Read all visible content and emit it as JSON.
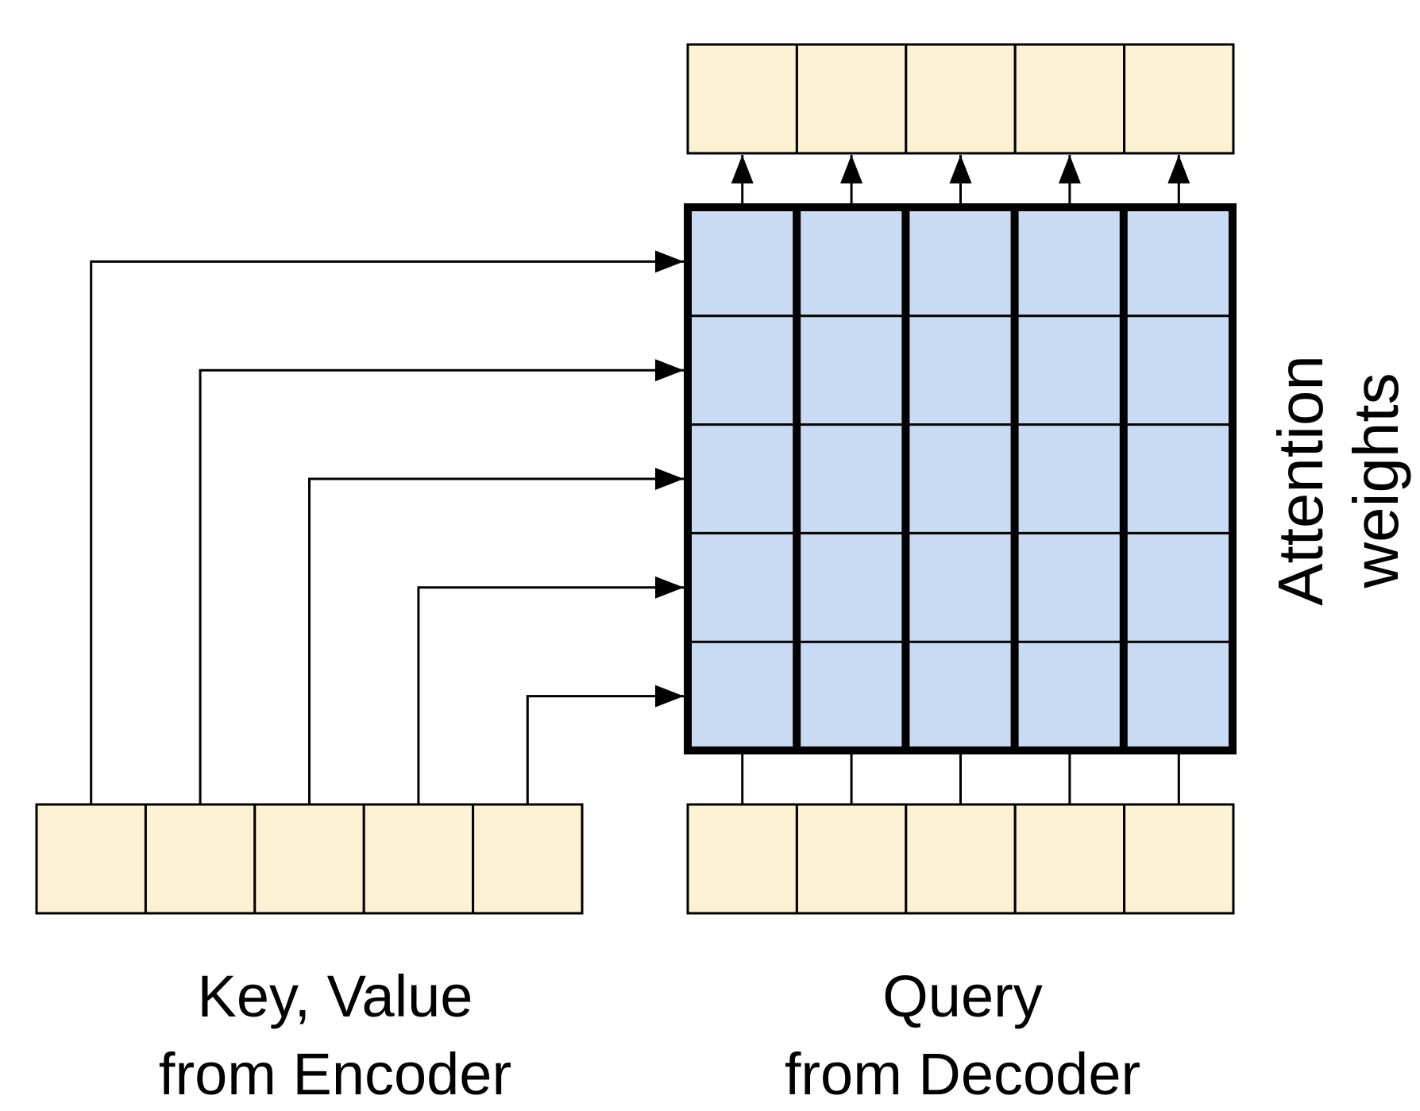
{
  "colors": {
    "vector_fill": "#FDF1D3",
    "matrix_fill": "#C9DAF3",
    "stroke": "#000000",
    "background": "#FFFFFF"
  },
  "labels": {
    "key_value_line1": "Key, Value",
    "key_value_line2": "from Encoder",
    "query_line1": "Query",
    "query_line2": "from Decoder",
    "attention_line1": "Attention",
    "attention_line2": "weights"
  },
  "structure": {
    "vector_length": 5,
    "matrix_rows": 5,
    "matrix_cols": 5
  }
}
